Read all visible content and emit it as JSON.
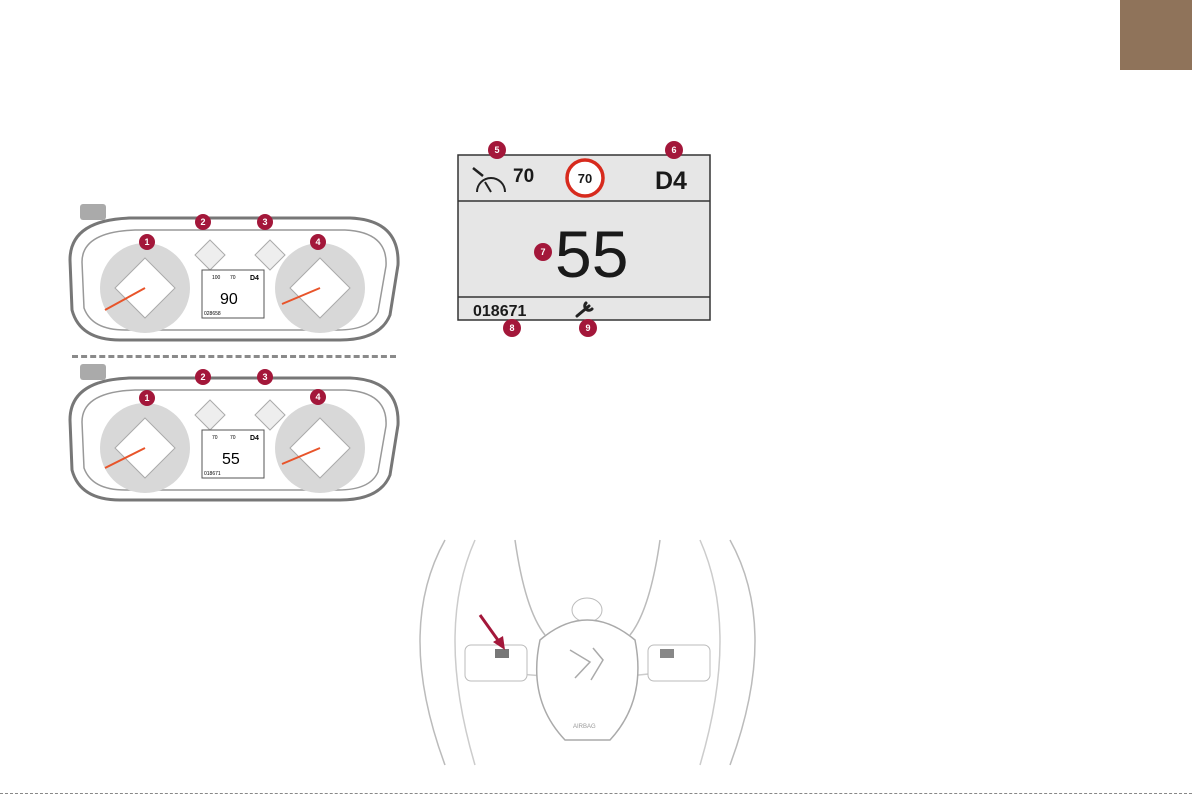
{
  "colors": {
    "callout": "#a3173a",
    "needle": "#e8542a",
    "tab": "#8f735a",
    "display_bg": "#e6e6e6"
  },
  "cluster_top": {
    "callouts": [
      "1",
      "2",
      "3",
      "4"
    ],
    "display": {
      "cruise_speed": "100",
      "sign_speed": "70",
      "gear": "D4",
      "speed": "90",
      "odometer": "028658"
    }
  },
  "cluster_bottom": {
    "callouts": [
      "1",
      "2",
      "3",
      "4"
    ],
    "display": {
      "cruise_speed": "70",
      "sign_speed": "70",
      "gear": "D4",
      "speed": "55",
      "odometer": "018671"
    }
  },
  "zoom_display": {
    "callouts": {
      "cruise": "5",
      "gear": "6",
      "speed": "7",
      "odometer": "8",
      "service": "9"
    },
    "cruise_speed": "70",
    "sign_speed": "70",
    "gear": "D4",
    "speed": "55",
    "odometer": "018671"
  },
  "wheel": {
    "airbag_label": "AIRBAG"
  }
}
